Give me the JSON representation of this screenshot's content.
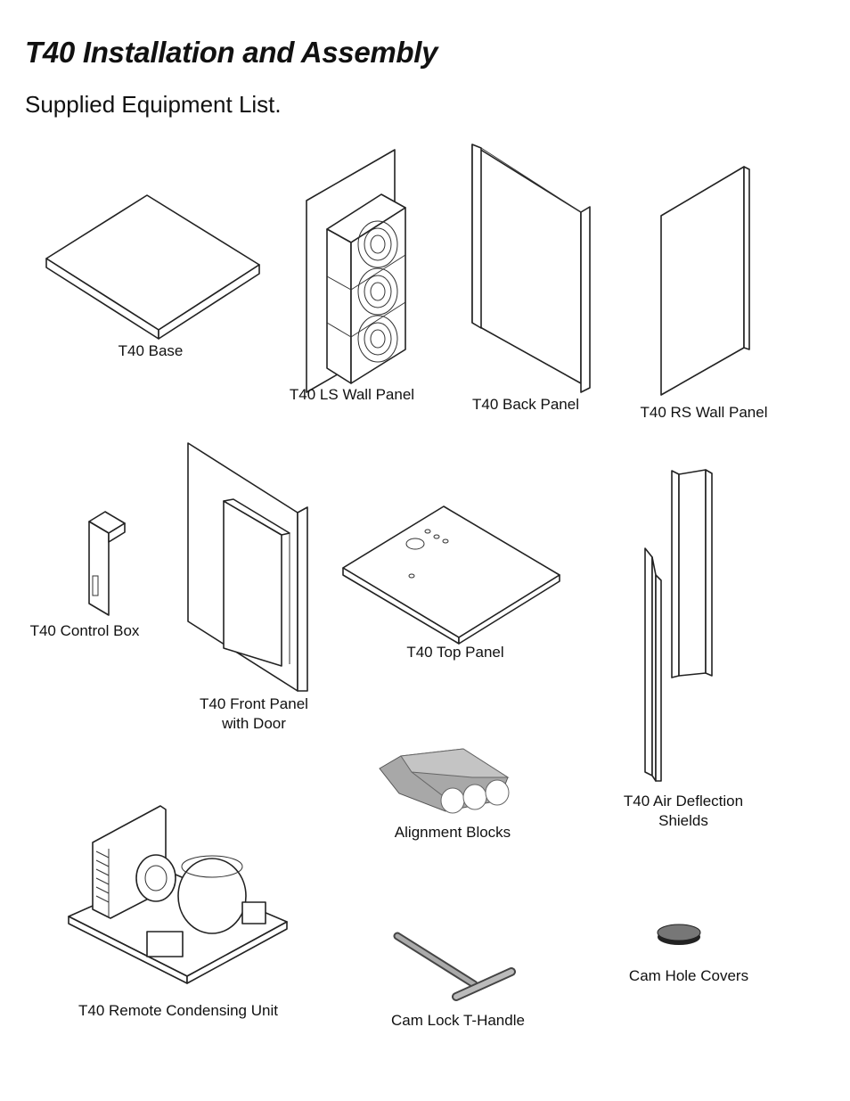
{
  "page": {
    "title": "T40 Installation and Assembly",
    "subtitle": "Supplied Equipment List."
  },
  "items": [
    {
      "id": "base",
      "label": "T40 Base"
    },
    {
      "id": "ls-wall",
      "label": "T40 LS Wall Panel"
    },
    {
      "id": "back",
      "label": "T40 Back Panel"
    },
    {
      "id": "rs-wall",
      "label": "T40 RS Wall Panel"
    },
    {
      "id": "control-box",
      "label": "T40 Control Box"
    },
    {
      "id": "front",
      "label_line1": "T40 Front Panel",
      "label_line2": "with Door"
    },
    {
      "id": "top",
      "label": "T40 Top Panel"
    },
    {
      "id": "air-shields",
      "label_line1": "T40 Air Deflection",
      "label_line2": "Shields"
    },
    {
      "id": "alignment",
      "label": "Alignment Blocks"
    },
    {
      "id": "condensing",
      "label": "T40 Remote Condensing Unit"
    },
    {
      "id": "t-handle",
      "label": "Cam Lock T-Handle"
    },
    {
      "id": "cam-covers",
      "label": "Cam Hole Covers"
    }
  ]
}
